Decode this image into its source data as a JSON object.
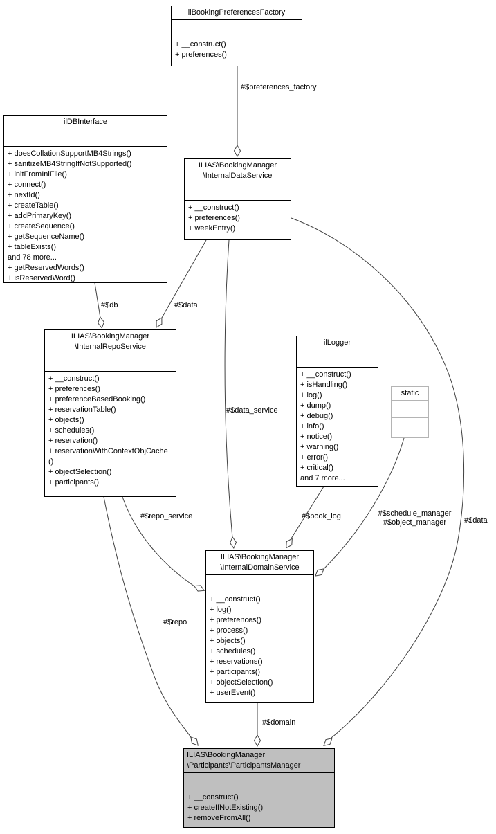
{
  "diagram_type": "uml-collaboration-graph",
  "colors": {
    "box_fill": "#ffffff",
    "box_border": "#000000",
    "highlight_fill": "#bfbfbf",
    "static_border": "#b4b4b4",
    "edge": "#404040"
  },
  "classes": [
    {
      "title": "ilBookingPreferencesFactory",
      "methods": [
        "+ __construct()",
        "+ preferences()"
      ]
    },
    {
      "title": "ilDBInterface",
      "methods": [
        "+ doesCollationSupportMB4Strings()",
        "+ sanitizeMB4StringIfNotSupported()",
        "+ initFromIniFile()",
        "+ connect()",
        "+ nextId()",
        "+ createTable()",
        "+ addPrimaryKey()",
        "+ createSequence()",
        "+ getSequenceName()",
        "+ tableExists()",
        "and 78 more...",
        "+ getReservedWords()",
        "+ isReservedWord()"
      ]
    },
    {
      "title": "ILIAS\\BookingManager\n\\InternalDataService",
      "methods": [
        "+ __construct()",
        "+ preferences()",
        "+ weekEntry()"
      ]
    },
    {
      "title": "ILIAS\\BookingManager\n\\InternalRepoService",
      "methods": [
        "+ __construct()",
        "+ preferences()",
        "+ preferenceBasedBooking()",
        "+ reservationTable()",
        "+ objects()",
        "+ schedules()",
        "+ reservation()",
        "+ reservationWithContextObjCache()",
        "+ objectSelection()",
        "+ participants()"
      ]
    },
    {
      "title": "ilLogger",
      "methods": [
        "+ __construct()",
        "+ isHandling()",
        "+ log()",
        "+ dump()",
        "+ debug()",
        "+ info()",
        "+ notice()",
        "+ warning()",
        "+ error()",
        "+ critical()",
        "and 7 more..."
      ]
    },
    {
      "title": "static",
      "methods": []
    },
    {
      "title": "ILIAS\\BookingManager\n\\InternalDomainService",
      "methods": [
        "+ __construct()",
        "+ log()",
        "+ preferences()",
        "+ process()",
        "+ objects()",
        "+ schedules()",
        "+ reservations()",
        "+ participants()",
        "+ objectSelection()",
        "+ userEvent()"
      ]
    },
    {
      "title": "ILIAS\\BookingManager\n\\Participants\\ParticipantsManager",
      "methods": [
        "+ __construct()",
        "+ createIfNotExisting()",
        "+ removeFromAll()"
      ]
    }
  ],
  "edges": [
    {
      "label": "#$preferences_factory"
    },
    {
      "label": "#$db"
    },
    {
      "label": "#$data"
    },
    {
      "label": "#$data_service"
    },
    {
      "label": "#$repo_service"
    },
    {
      "label": "#$book_log"
    },
    {
      "label": "#$schedule_manager\n#$object_manager"
    },
    {
      "label": "#$data"
    },
    {
      "label": "#$repo"
    },
    {
      "label": "#$domain"
    }
  ]
}
